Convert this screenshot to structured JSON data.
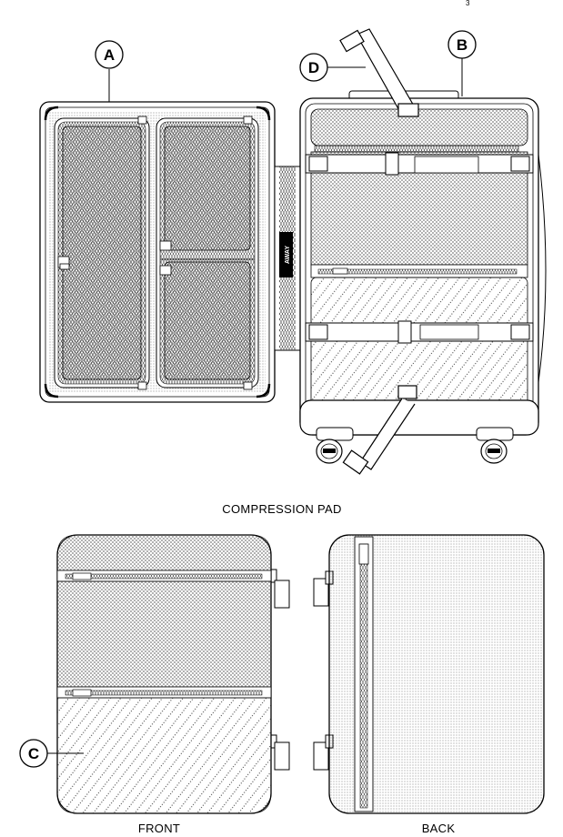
{
  "page": {
    "number": "3"
  },
  "brand": {
    "name": "AWAY"
  },
  "callouts": {
    "a": "A",
    "b": "B",
    "c": "C",
    "d": "D"
  },
  "sections": {
    "compression_pad_title": "COMPRESSION PAD",
    "front_label": "FRONT",
    "back_label": "BACK"
  }
}
